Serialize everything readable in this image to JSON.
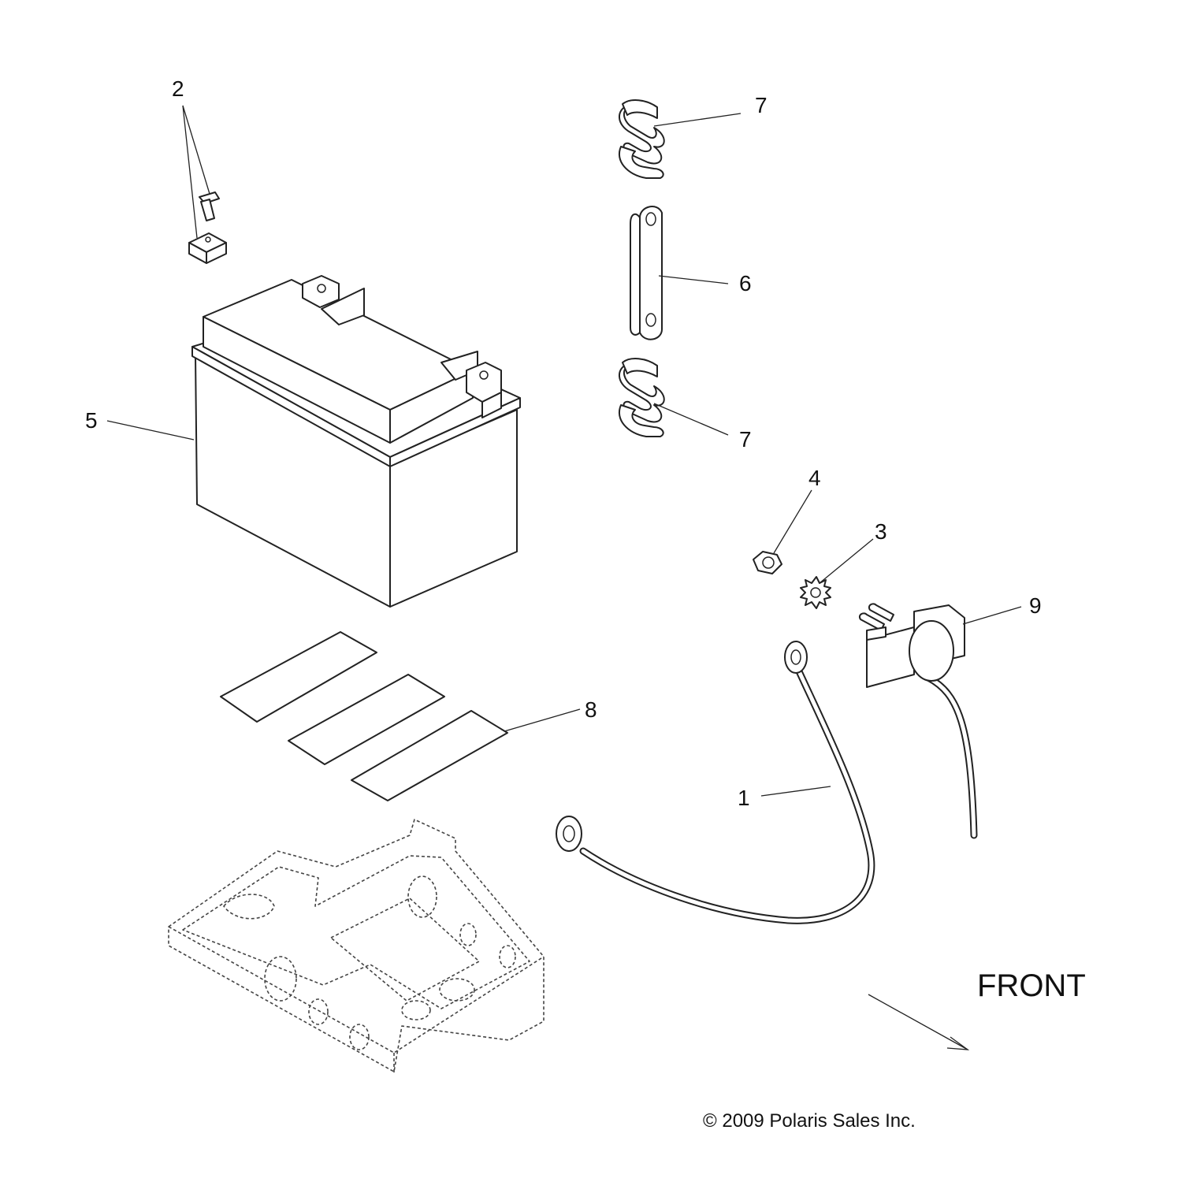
{
  "callouts": {
    "c1": "1",
    "c2": "2",
    "c3": "3",
    "c4": "4",
    "c5": "5",
    "c6": "6",
    "c7a": "7",
    "c7b": "7",
    "c8": "8",
    "c9": "9"
  },
  "front_label": "FRONT",
  "copyright": "© 2009 Polaris Sales Inc."
}
